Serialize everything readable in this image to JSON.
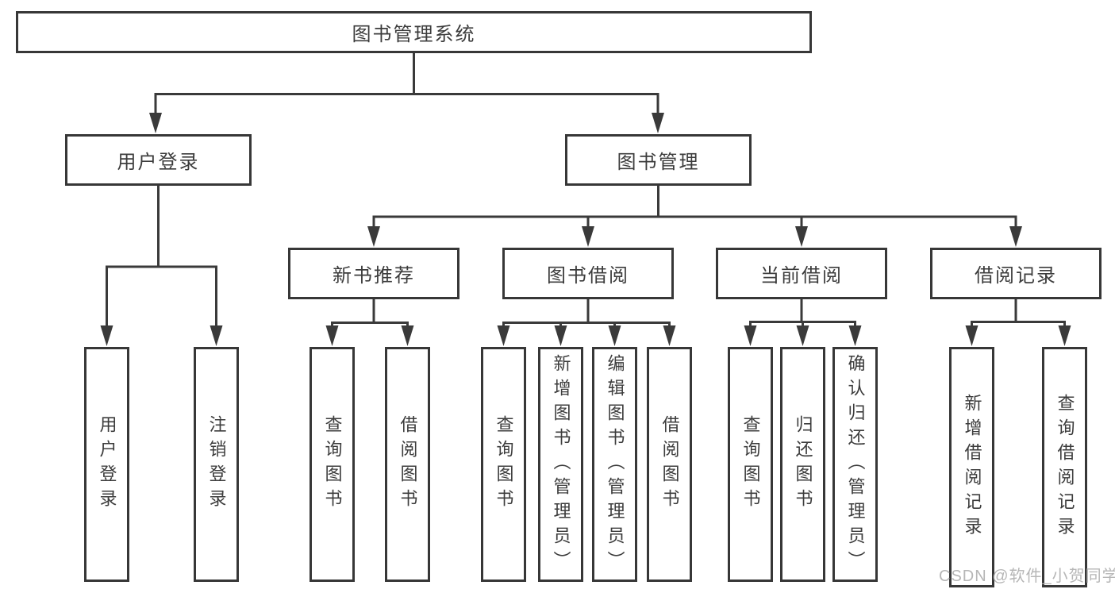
{
  "title": "图书管理系统",
  "watermark": "CSDN @软件_小贺同学",
  "colors": {
    "line": "#3a3a3a",
    "box_border": "#373737",
    "text": "#3c3c3c",
    "watermark": "#b6b6b6",
    "background": "#ffffff"
  },
  "tree": {
    "root": "图书管理系统",
    "children": [
      {
        "label": "用户登录",
        "children": [
          "用户登录",
          "注销登录"
        ]
      },
      {
        "label": "图书管理",
        "children": [
          {
            "label": "新书推荐",
            "children": [
              "查询图书",
              "借阅图书"
            ]
          },
          {
            "label": "图书借阅",
            "children": [
              "查询图书",
              "新增图书（管理员）",
              "编辑图书（管理员）",
              "借阅图书"
            ]
          },
          {
            "label": "当前借阅",
            "children": [
              "查询图书",
              "归还图书",
              "确认归还（管理员）"
            ]
          },
          {
            "label": "借阅记录",
            "children": [
              "新增借阅记录",
              "查询借阅记录"
            ]
          }
        ]
      }
    ]
  }
}
